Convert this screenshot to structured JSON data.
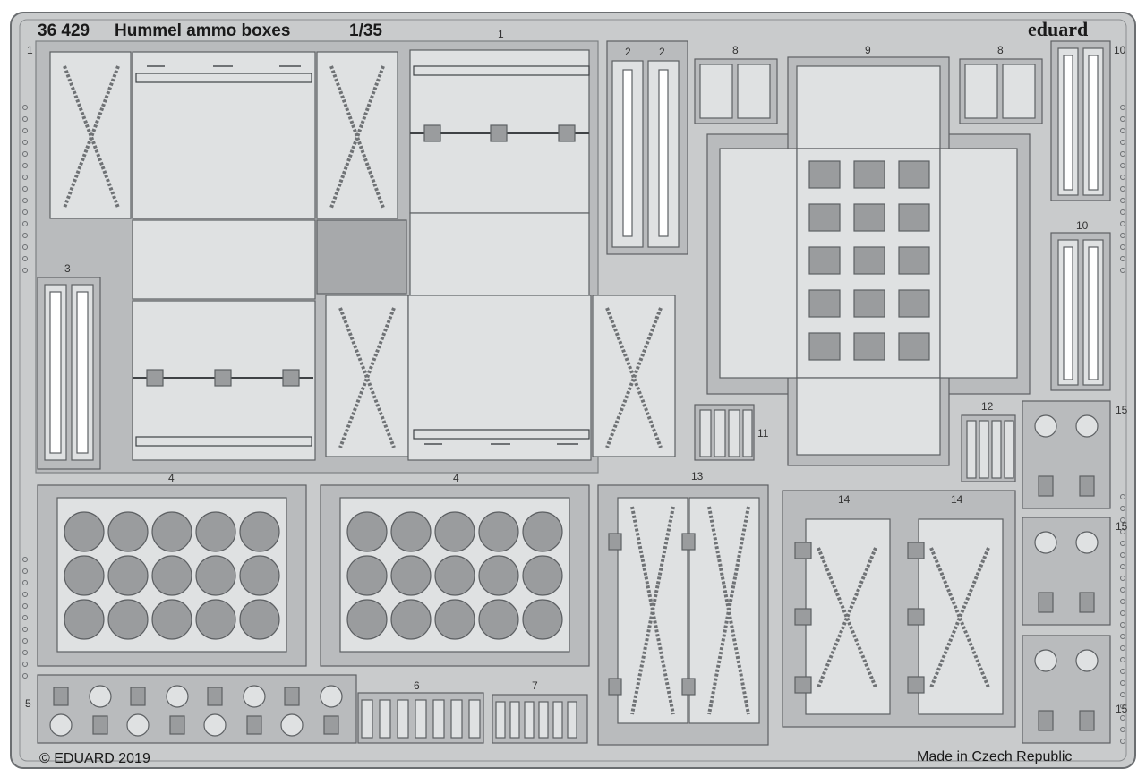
{
  "sheet": {
    "code": "36 429",
    "title": "Hummel ammo boxes",
    "scale": "1/35",
    "brand": "eduard",
    "copyright": "© EDUARD 2019",
    "origin": "Made in Czech Republic"
  },
  "colors": {
    "fret": "#c9cbcc",
    "part": "#dfe1e2",
    "line": "#5d6063",
    "dark": "#9a9c9e",
    "shadow": "#8f9193"
  },
  "part_numbers": {
    "p1": "1",
    "p2a": "2",
    "p2b": "2",
    "p3": "3",
    "p4a": "4",
    "p4b": "4",
    "p5": "5",
    "p6": "6",
    "p7": "7",
    "p8a": "8",
    "p8b": "8",
    "p9": "9",
    "p10a": "10",
    "p10b": "10",
    "p11": "11",
    "p12": "12",
    "p13": "13",
    "p14a": "14",
    "p14b": "14",
    "p15a": "15",
    "p15b": "15",
    "p15c": "15",
    "p1side": "1"
  }
}
